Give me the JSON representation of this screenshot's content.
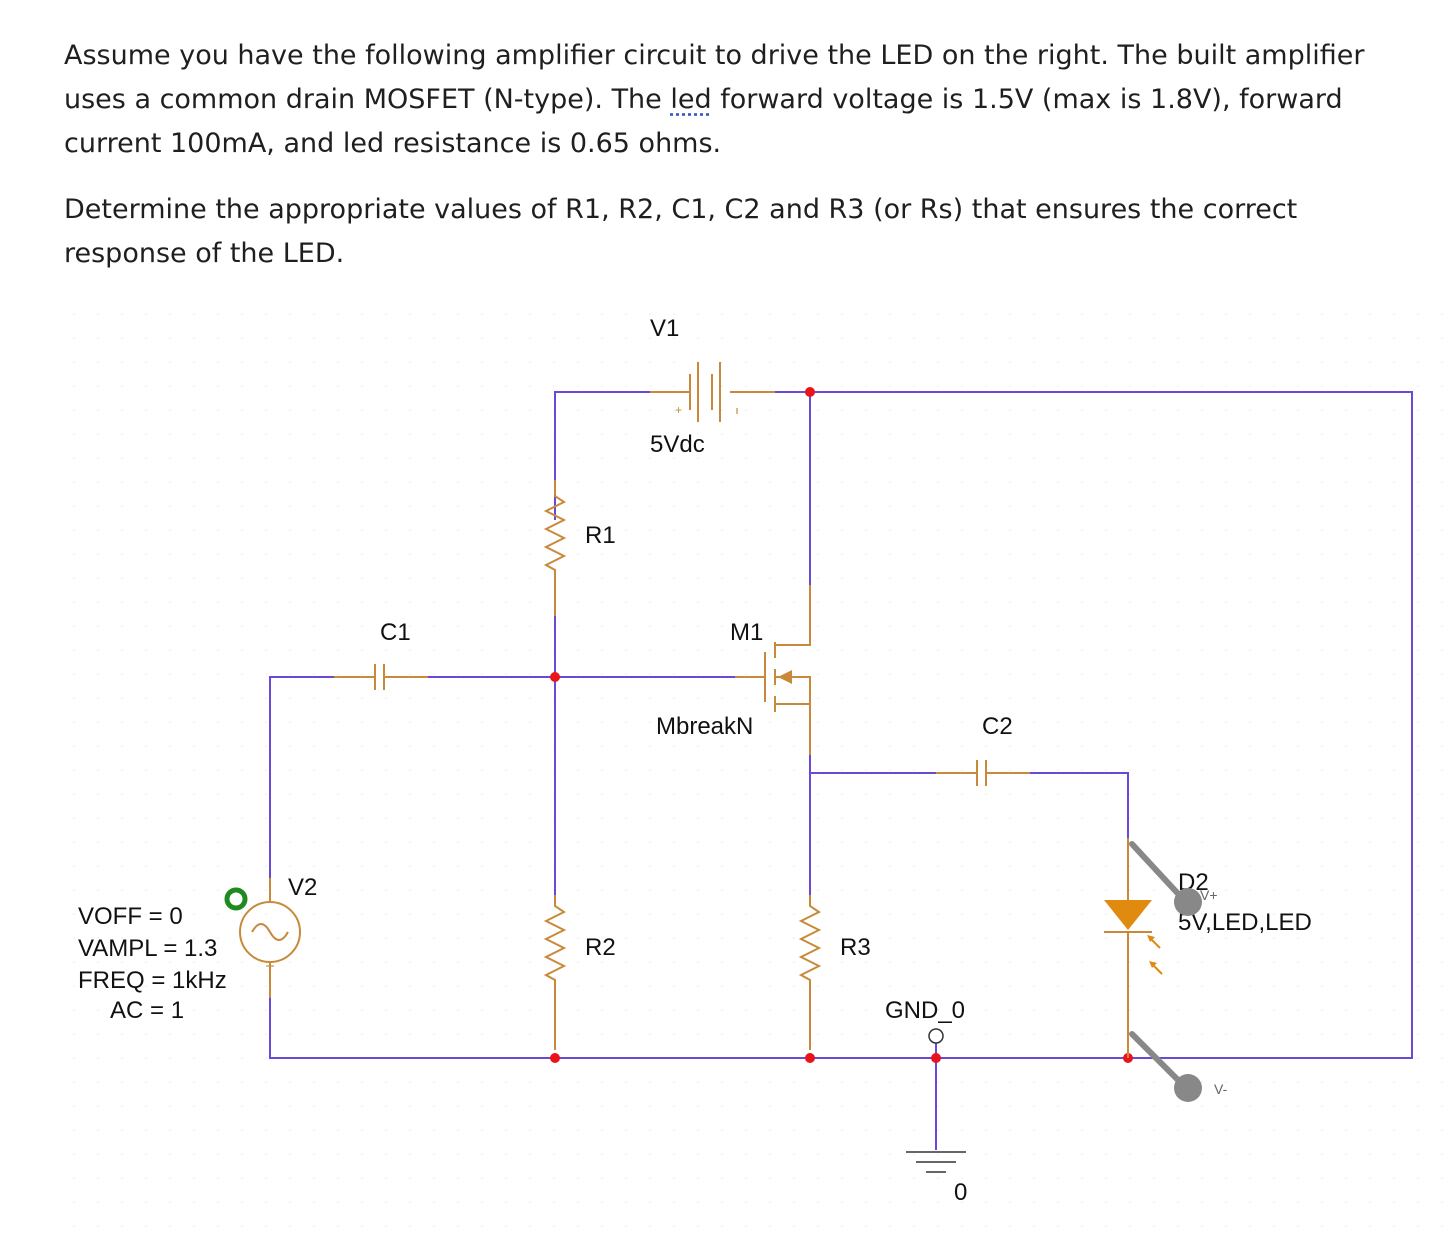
{
  "question": {
    "p1_a": "Assume you have the following amplifier circuit to drive the LED on the right. The built amplifier uses a common drain MOSFET (N-type). The ",
    "p1_led": "led",
    "p1_b": " forward voltage is 1.5V (max is 1.8V), forward current 100mA, and led resistance is 0.65 ohms.",
    "p2": "Determine the appropriate values of R1, R2, C1, C2 and R3 (or Rs) that ensures the correct response of the LED."
  },
  "schematic": {
    "v1_name": "V1",
    "v1_value": "5Vdc",
    "r1": "R1",
    "r2": "R2",
    "r3": "R3",
    "c1": "C1",
    "c2": "C2",
    "m1_name": "M1",
    "m1_model": "MbreakN",
    "v2_name": "V2",
    "v2_params": [
      "VOFF = 0",
      "VAMPL = 1.3",
      "FREQ = 1kHz",
      "AC = 1"
    ],
    "d2_name": "D2",
    "d2_model": "5V,LED,LED",
    "probe_plus": "V+",
    "probe_minus": "V-",
    "gnd_label": "GND_0",
    "gnd_node": "0"
  },
  "colors": {
    "wire": "#6a49d6",
    "component": "#c88a3a",
    "junction": "#e8141c",
    "led": "#e08a10",
    "probe": "#888888",
    "marker": "#1f8a1f"
  }
}
